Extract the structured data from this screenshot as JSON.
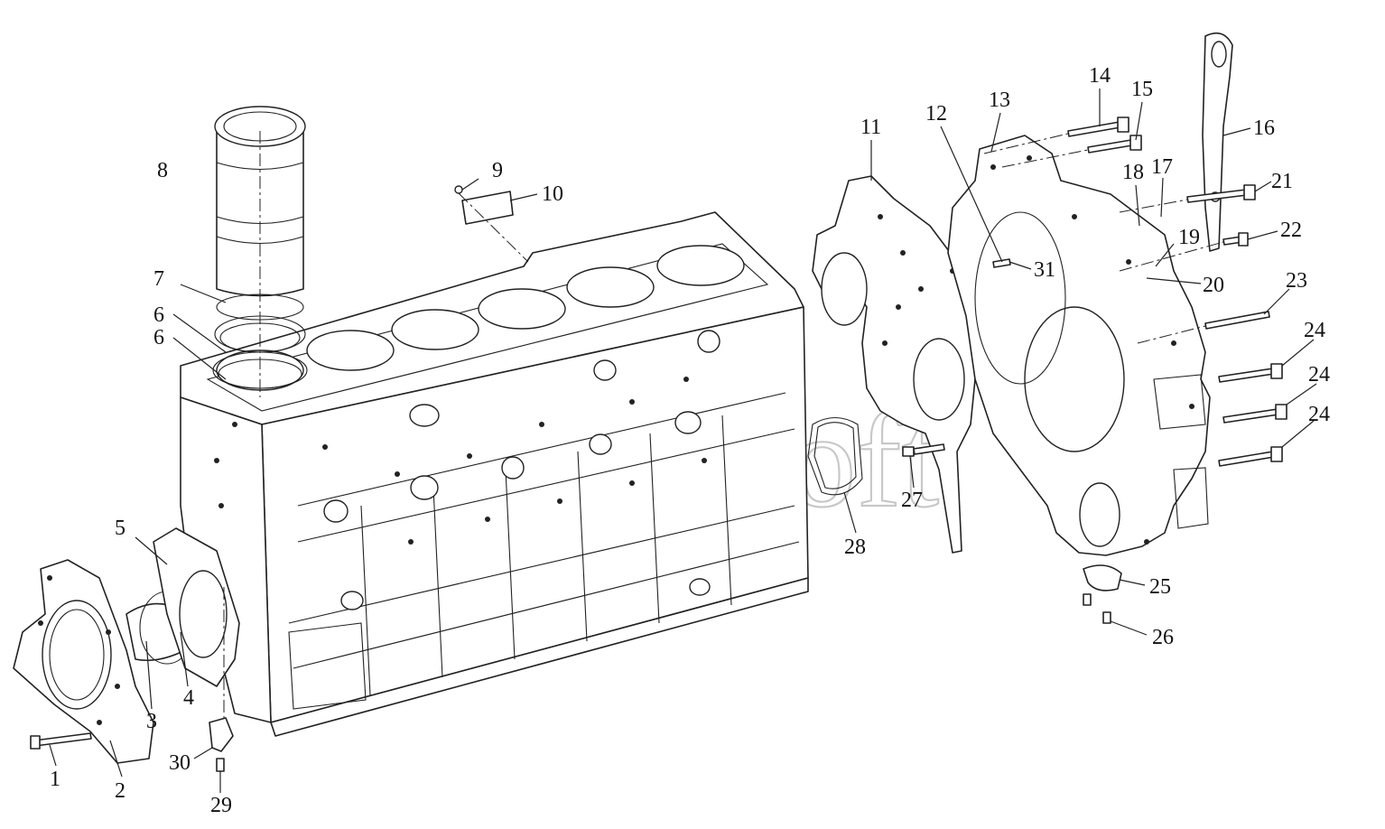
{
  "watermark": "AutoSoft",
  "callouts": [
    {
      "id": "1",
      "text": "1"
    },
    {
      "id": "2",
      "text": "2"
    },
    {
      "id": "3",
      "text": "3"
    },
    {
      "id": "4",
      "text": "4"
    },
    {
      "id": "5",
      "text": "5"
    },
    {
      "id": "6a",
      "text": "6"
    },
    {
      "id": "6b",
      "text": "6"
    },
    {
      "id": "7",
      "text": "7"
    },
    {
      "id": "8",
      "text": "8"
    },
    {
      "id": "9",
      "text": "9"
    },
    {
      "id": "10",
      "text": "10"
    },
    {
      "id": "11",
      "text": "11"
    },
    {
      "id": "12",
      "text": "12"
    },
    {
      "id": "13",
      "text": "13"
    },
    {
      "id": "14",
      "text": "14"
    },
    {
      "id": "15",
      "text": "15"
    },
    {
      "id": "16",
      "text": "16"
    },
    {
      "id": "17",
      "text": "17"
    },
    {
      "id": "18",
      "text": "18"
    },
    {
      "id": "19",
      "text": "19"
    },
    {
      "id": "20",
      "text": "20"
    },
    {
      "id": "21",
      "text": "21"
    },
    {
      "id": "22",
      "text": "22"
    },
    {
      "id": "23",
      "text": "23"
    },
    {
      "id": "24a",
      "text": "24"
    },
    {
      "id": "24b",
      "text": "24"
    },
    {
      "id": "24c",
      "text": "24"
    },
    {
      "id": "25",
      "text": "25"
    },
    {
      "id": "26",
      "text": "26"
    },
    {
      "id": "27",
      "text": "27"
    },
    {
      "id": "28",
      "text": "28"
    },
    {
      "id": "29",
      "text": "29"
    },
    {
      "id": "30",
      "text": "30"
    },
    {
      "id": "31",
      "text": "31"
    }
  ]
}
